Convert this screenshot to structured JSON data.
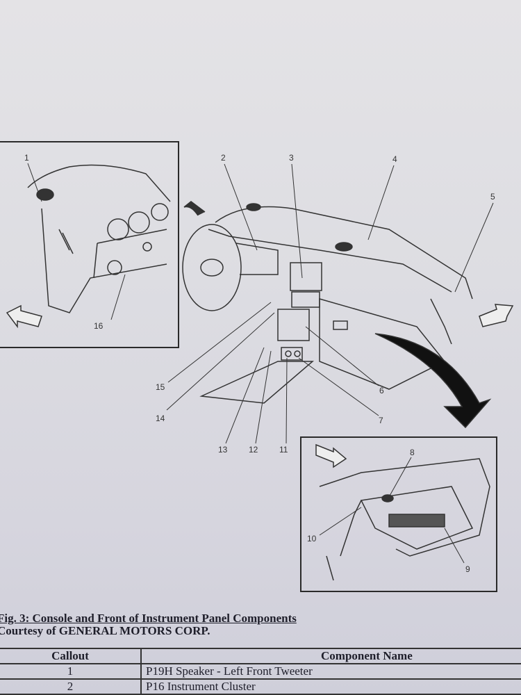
{
  "figure": {
    "callouts": [
      "1",
      "2",
      "3",
      "4",
      "5",
      "6",
      "7",
      "8",
      "9",
      "10",
      "11",
      "12",
      "13",
      "14",
      "15",
      "16"
    ]
  },
  "caption": {
    "title": "Fig. 3: Console and Front of Instrument Panel Components",
    "credit": "Courtesy of GENERAL MOTORS CORP."
  },
  "table": {
    "headers": [
      "Callout",
      "Component Name"
    ],
    "rows": [
      {
        "callout": "1",
        "name": "P19H Speaker - Left Front Tweeter"
      },
      {
        "callout": "2",
        "name": "P16 Instrument Cluster"
      }
    ]
  }
}
